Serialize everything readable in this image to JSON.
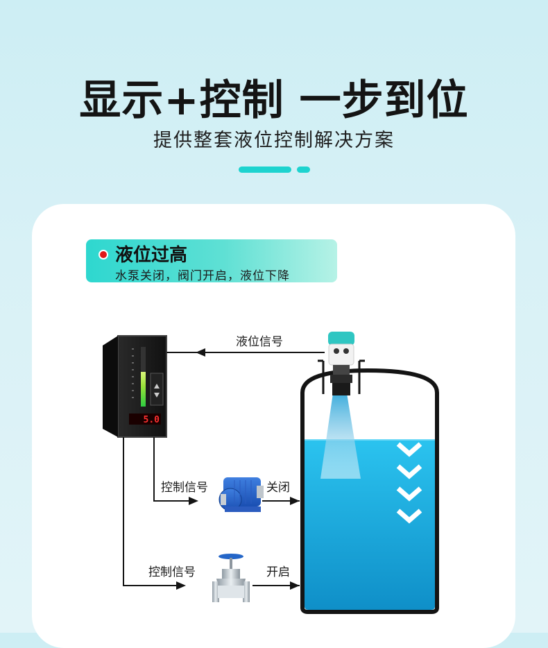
{
  "header": {
    "title": "显示+控制 一步到位",
    "subtitle": "提供整套液位控制解决方案"
  },
  "status_box": {
    "title": "液位过高",
    "description": "水泵关闭，阀门开启，液位下降",
    "dot_color": "#e01818"
  },
  "diagram": {
    "signal_label": "液位信号",
    "pump_control_label": "控制信号",
    "pump_state_label": "关闭",
    "valve_control_label": "控制信号",
    "valve_state_label": "开启",
    "controller_readout": "5.0",
    "water_color": "#19b6e6",
    "accent_color": "#1dd3cf"
  }
}
